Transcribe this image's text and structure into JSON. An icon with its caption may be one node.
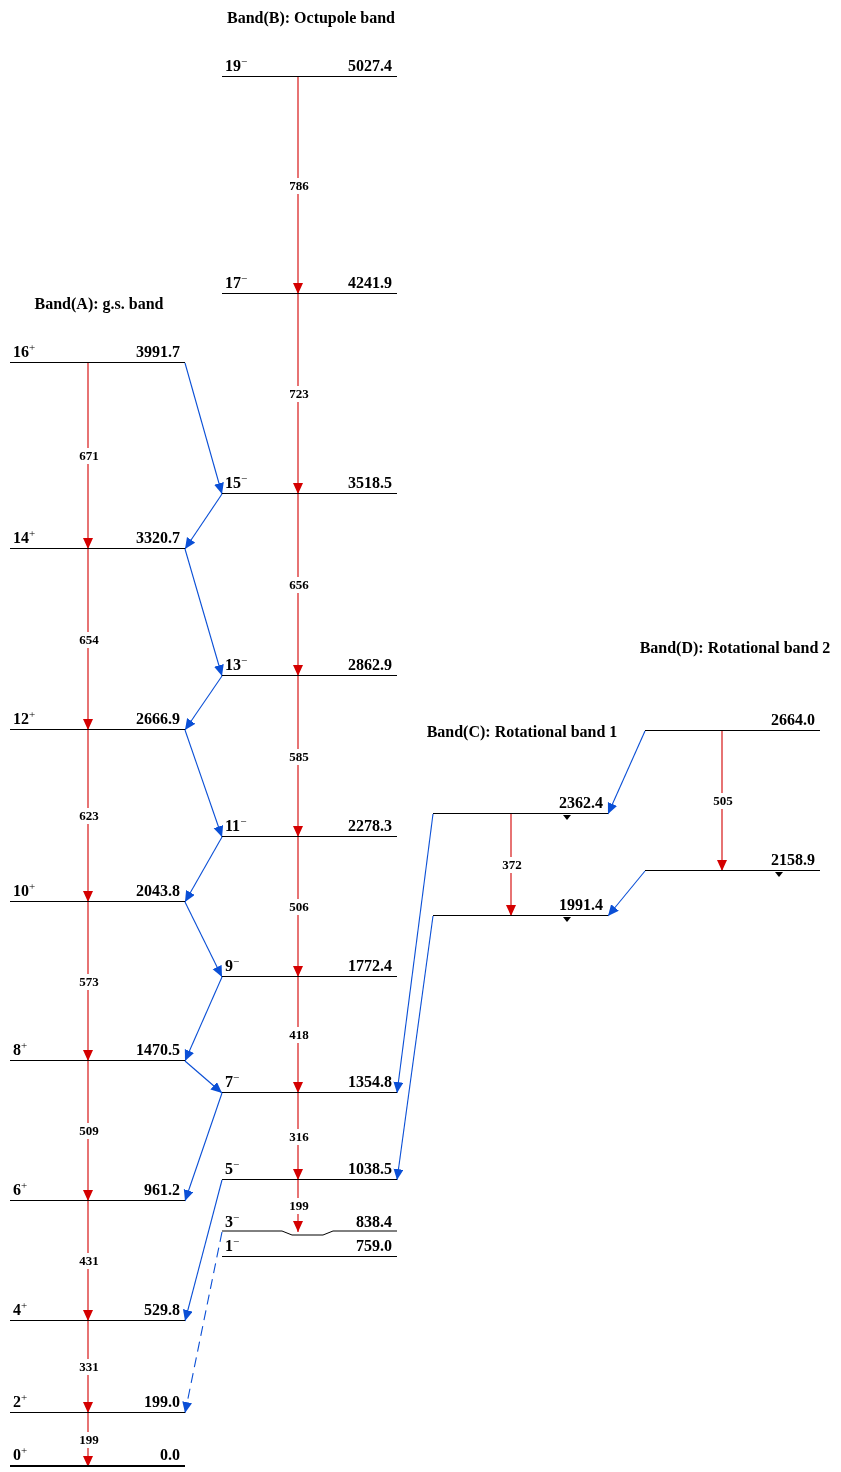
{
  "diagram": {
    "nodes": [
      {
        "text": [
          "19$^{−}$",
          "5027.4"
        ]
      },
      {
        "text": [
          "17$^{−}$",
          "4241.9"
        ]
      },
      {
        "text": [
          "16$^{+}$",
          "3991.7"
        ]
      },
      {
        "text": [
          "15$^{−}$",
          "3518.5"
        ]
      },
      {
        "text": [
          "14$^{+}$",
          "3320.7"
        ]
      },
      {
        "text": [
          "13$^{−}$",
          "2862.9"
        ]
      },
      {
        "text": [
          "12$^{+}$",
          "2666.9"
        ]
      },
      {
        "text": [
          "2664.0"
        ]
      },
      {
        "text": [
          "2362.4"
        ]
      },
      {
        "text": [
          "11$^{−}$",
          "2278.3"
        ]
      },
      {
        "text": [
          "2158.9"
        ]
      },
      {
        "text": [
          "10$^{+}$",
          "2043.8"
        ]
      },
      {
        "text": [
          "1991.4"
        ]
      },
      {
        "text": [
          "9$^{−}$",
          "1772.4"
        ]
      },
      {
        "text": [
          "8$^{+}$",
          "1470.5"
        ]
      },
      {
        "text": [
          "7$^{−}$",
          "1354.8"
        ]
      },
      {
        "text": [
          "6$^{+}$",
          "961.2"
        ]
      },
      {
        "text": [
          "5$^{−}$",
          "1038.5"
        ]
      },
      {
        "text": [
          "3$^{−}$",
          "838.4"
        ]
      },
      {
        "text": [
          "1$^{−}$",
          "759.0"
        ]
      },
      {
        "text": [
          "4$^{+}$",
          "529.8"
        ]
      },
      {
        "text": [
          "2$^{+}$",
          "199.0"
        ]
      },
      {
        "text": [
          "0$^{+}$",
          "0.0"
        ]
      }
    ],
    "edges": [
      {
        "from": 0,
        "to": 1,
        "arrow": "to",
        "label": "786"
      },
      {
        "from": 1,
        "to": 3,
        "arrow": "to",
        "label": "723"
      },
      {
        "from": 3,
        "to": 5,
        "arrow": "to",
        "label": "656"
      },
      {
        "from": 5,
        "to": 9,
        "arrow": "to",
        "label": "585"
      },
      {
        "from": 9,
        "to": 13,
        "arrow": "to",
        "label": "506"
      },
      {
        "from": 13,
        "to": 15,
        "arrow": "to",
        "label": "418"
      },
      {
        "from": 15,
        "to": 17,
        "arrow": "to",
        "label": "316"
      },
      {
        "from": 17,
        "to": 18,
        "arrow": "to",
        "label": "199"
      },
      {
        "from": 2,
        "to": 4,
        "arrow": "to",
        "label": "671"
      },
      {
        "from": 4,
        "to": 6,
        "arrow": "to",
        "label": "654"
      },
      {
        "from": 6,
        "to": 11,
        "arrow": "to",
        "label": "623"
      },
      {
        "from": 11,
        "to": 14,
        "arrow": "to",
        "label": "573"
      },
      {
        "from": 14,
        "to": 16,
        "arrow": "to",
        "label": "509"
      },
      {
        "from": 16,
        "to": 20,
        "arrow": "to",
        "label": "431"
      },
      {
        "from": 20,
        "to": 21,
        "arrow": "to",
        "label": "331"
      },
      {
        "from": 21,
        "to": 22,
        "arrow": "to",
        "label": "199"
      },
      {
        "from": 8,
        "to": 12,
        "arrow": "to",
        "label": "372"
      },
      {
        "from": 7,
        "to": 10,
        "arrow": "to",
        "label": "505"
      },
      {
        "from": 2,
        "to": 3,
        "arrow": "to",
        "color": "#0a4fd6"
      },
      {
        "from": 3,
        "to": 4,
        "arrow": "to",
        "color": "#0a4fd6"
      },
      {
        "from": 4,
        "to": 5,
        "arrow": "to",
        "color": "#0a4fd6"
      },
      {
        "from": 5,
        "to": 6,
        "arrow": "to",
        "color": "#0a4fd6"
      },
      {
        "from": 6,
        "to": 9,
        "arrow": "to",
        "color": "#0a4fd6"
      },
      {
        "from": 9,
        "to": 11,
        "arrow": "to",
        "color": "#0a4fd6"
      },
      {
        "from": 11,
        "to": 13,
        "arrow": "to",
        "color": "#0a4fd6"
      },
      {
        "from": 13,
        "to": 14,
        "arrow": "to",
        "color": "#0a4fd6"
      },
      {
        "from": 14,
        "to": 15,
        "arrow": "to",
        "color": "#0a4fd6"
      },
      {
        "from": 15,
        "to": 16,
        "arrow": "to",
        "color": "#0a4fd6"
      },
      {
        "from": 17,
        "to": 20,
        "arrow": "to",
        "color": "#0a4fd6"
      },
      {
        "from": 18,
        "to": 21,
        "arrow": "to",
        "style": "dashed",
        "color": "#0a4fd6"
      },
      {
        "from": 8,
        "to": 15,
        "arrow": "to",
        "color": "#0a4fd6"
      },
      {
        "from": 12,
        "to": 17,
        "arrow": "to",
        "color": "#0a4fd6"
      },
      {
        "from": 7,
        "to": 8,
        "arrow": "to",
        "color": "#0a4fd6"
      },
      {
        "from": 10,
        "to": 12,
        "arrow": "to",
        "color": "#0a4fd6"
      }
    ],
    "labels": [
      "Band(B): Octupole band",
      "Band(A): g.s. band",
      "Band(D): Rotational band 2",
      "Band(C): Rotational band 1"
    ]
  }
}
